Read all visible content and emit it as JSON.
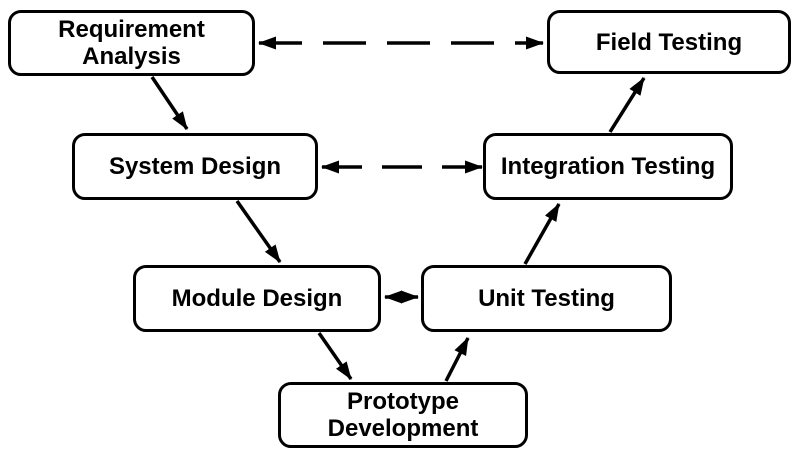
{
  "diagram": {
    "type": "v-model-flow-diagram",
    "colors": {
      "background": "#ffffff",
      "node_fill": "#ffffff",
      "node_border": "#000000",
      "text": "#000000",
      "line": "#000000"
    },
    "nodes": [
      {
        "id": "requirement-analysis",
        "label": "Requirement Analysis"
      },
      {
        "id": "field-testing",
        "label": "Field Testing"
      },
      {
        "id": "system-design",
        "label": "System Design"
      },
      {
        "id": "integration-testing",
        "label": "Integration Testing"
      },
      {
        "id": "module-design",
        "label": "Module Design"
      },
      {
        "id": "unit-testing",
        "label": "Unit Testing"
      },
      {
        "id": "prototype-development",
        "label": "Prototype Development"
      }
    ],
    "edges": [
      {
        "from": "requirement-analysis",
        "to": "system-design",
        "style": "solid",
        "direction": "one-way"
      },
      {
        "from": "system-design",
        "to": "module-design",
        "style": "solid",
        "direction": "one-way"
      },
      {
        "from": "module-design",
        "to": "prototype-development",
        "style": "solid",
        "direction": "one-way"
      },
      {
        "from": "prototype-development",
        "to": "unit-testing",
        "style": "solid",
        "direction": "one-way"
      },
      {
        "from": "unit-testing",
        "to": "integration-testing",
        "style": "solid",
        "direction": "one-way"
      },
      {
        "from": "integration-testing",
        "to": "field-testing",
        "style": "solid",
        "direction": "one-way"
      },
      {
        "from": "field-testing",
        "to": "requirement-analysis",
        "style": "dashed",
        "direction": "two-way"
      },
      {
        "from": "integration-testing",
        "to": "system-design",
        "style": "dashed",
        "direction": "two-way"
      },
      {
        "from": "module-design",
        "to": "unit-testing",
        "style": "solid",
        "direction": "two-way"
      }
    ]
  }
}
